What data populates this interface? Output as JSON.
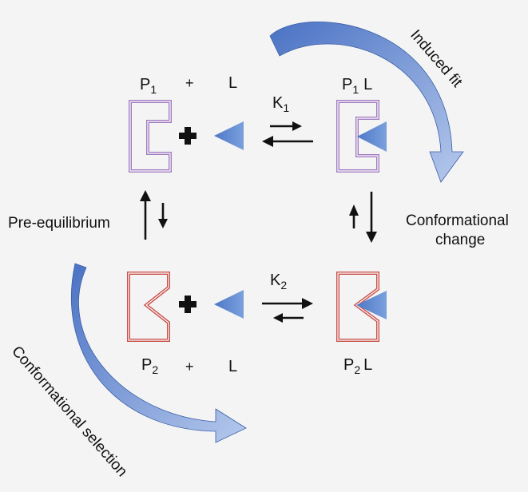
{
  "labels": {
    "p1": "P",
    "p1_sub": "1",
    "plus_top": "+",
    "l_top": "L",
    "p1l_p": "P",
    "p1l_sub": "1",
    "p1l_l": "L",
    "k1": "K",
    "k1_sub": "1",
    "p2": "P",
    "p2_sub": "2",
    "plus_bottom": "+",
    "l_bottom": "L",
    "p2l_p": "P",
    "p2l_sub": "2",
    "p2l_l": "L",
    "k2": "K",
    "k2_sub": "2",
    "induced_fit": "Induced fit",
    "pre_equilibrium": "Pre-equilibrium",
    "conformational_change_line1": "Conformational",
    "conformational_change_line2": "change",
    "conformational_selection": "Conformational selection"
  },
  "colors": {
    "background": "#f4f4f4",
    "protein_p1": "#a07cc0",
    "protein_p2": "#c8504a",
    "ligand": "#5b85cc",
    "curved_arrow": "#6a8fd0",
    "arrow": "#111111"
  }
}
